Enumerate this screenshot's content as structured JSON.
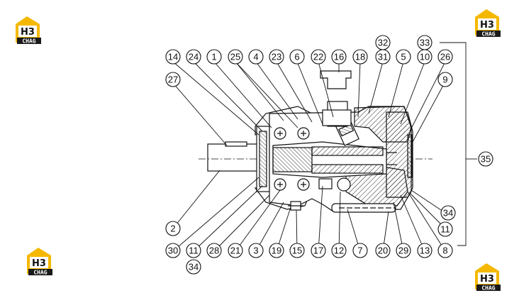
{
  "logo": {
    "top": "H3",
    "bottom": "CHAG",
    "accent": "#F5B800"
  },
  "callouts": {
    "row_top": [
      "14",
      "24",
      "1",
      "25",
      "4",
      "23",
      "6",
      "22",
      "16",
      "18",
      "31",
      "5",
      "10",
      "26"
    ],
    "upper": [
      "32",
      "33"
    ],
    "left_upper": "27",
    "right_side": [
      "9",
      "35",
      "34",
      "11"
    ],
    "left_lower": "2",
    "row_bottom": [
      "30",
      "11",
      "28",
      "21",
      "3",
      "19",
      "15",
      "17",
      "12",
      "7",
      "20",
      "29",
      "13",
      "8"
    ],
    "below": "34"
  }
}
